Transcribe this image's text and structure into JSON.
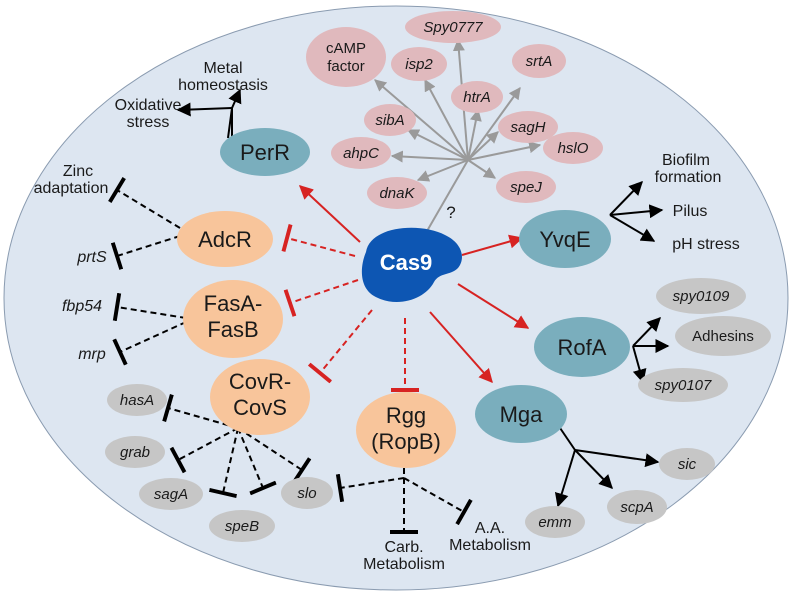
{
  "colors": {
    "background_ellipse": "#dde6f1",
    "cas9": "#0d56b3",
    "activated": "#7aaebd",
    "repressor": "#f8c59b",
    "unknown_target": "#e0b9bd",
    "gray_target": "#c6c6c6",
    "activation_arrow": "#d72322",
    "black_edge": "#000000",
    "gray_edge": "#9a9a9a"
  },
  "center": {
    "label": "Cas9",
    "question_mark": "?"
  },
  "activated_regulators": {
    "perr": "PerR",
    "yvqe": "YvqE",
    "rofa": "RofA",
    "mga": "Mga"
  },
  "repressed_regulators": {
    "adcr": "AdcR",
    "fasab_line1": "FasA-",
    "fasab_line2": "FasB",
    "covrs_line1": "CovR-",
    "covrs_line2": "CovS",
    "rgg_line1": "Rgg",
    "rgg_line2": "(RopB)"
  },
  "unknown_targets": {
    "camp_line1": "cAMP",
    "camp_line2": "factor",
    "spy0777": "Spy0777",
    "isp2": "isp2",
    "htra": "htrA",
    "srta": "srtA",
    "siba": "sibA",
    "ahpc": "ahpC",
    "sagh": "sagH",
    "hslo": "hslO",
    "dnak": "dnaK",
    "spej": "speJ"
  },
  "perr_targets": {
    "metal_line1": "Metal",
    "metal_line2": "homeostasis",
    "oxidative_line1": "Oxidative",
    "oxidative_line2": "stress"
  },
  "adcr_targets": {
    "zinc_line1": "Zinc",
    "zinc_line2": "adaptation",
    "prts": "prtS"
  },
  "fasab_targets": {
    "fbp54": "fbp54",
    "mrp": "mrp"
  },
  "covrs_targets": {
    "hasa": "hasA",
    "grab": "grab",
    "saga": "sagA",
    "speb": "speB",
    "slo": "slo"
  },
  "rgg_targets": {
    "carb_line1": "Carb.",
    "carb_line2": "Metabolism",
    "aa_line1": "A.A.",
    "aa_line2": "Metabolism"
  },
  "yvqe_targets": {
    "biofilm_line1": "Biofilm",
    "biofilm_line2": "formation",
    "pilus": "Pilus",
    "ph": "pH stress"
  },
  "rofa_targets": {
    "spy0109": "spy0109",
    "adhesins": "Adhesins",
    "spy0107": "spy0107"
  },
  "mga_targets": {
    "sic": "sic",
    "emm": "emm",
    "scpa": "scpA"
  }
}
